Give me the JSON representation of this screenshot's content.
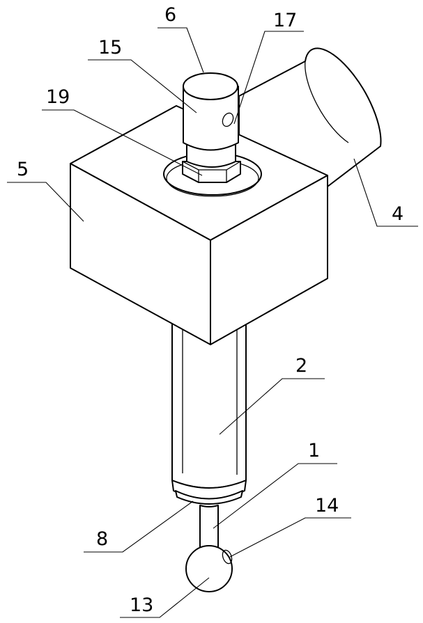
{
  "figure": {
    "labels": {
      "l1": "1",
      "l2": "2",
      "l4": "4",
      "l5": "5",
      "l6": "6",
      "l8": "8",
      "l13": "13",
      "l14": "14",
      "l15": "15",
      "l17": "17",
      "l19": "19"
    },
    "colors": {
      "line": "#000000",
      "background": "#ffffff"
    }
  }
}
